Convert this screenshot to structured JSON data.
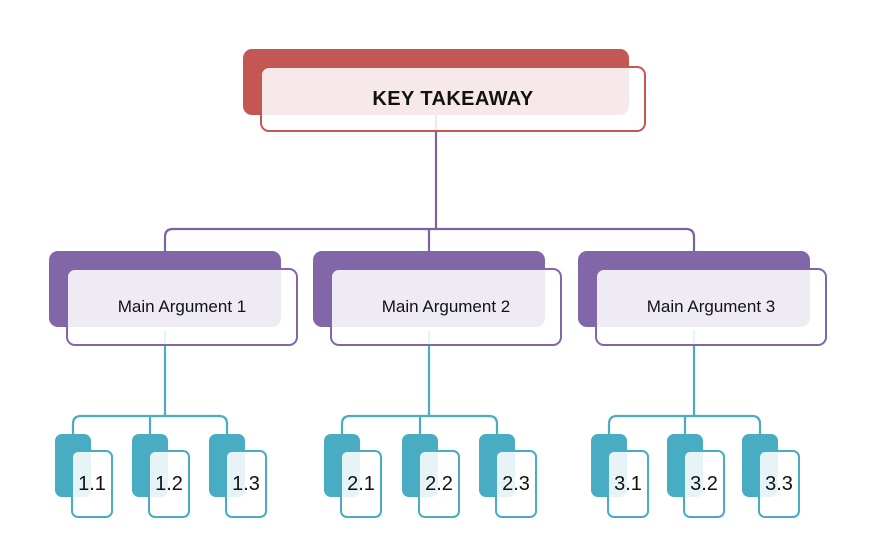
{
  "diagram": {
    "root": {
      "label": "KEY TAKEAWAY"
    },
    "branches": [
      {
        "label": "Main Argument 1",
        "children": [
          {
            "label": "1.1"
          },
          {
            "label": "1.2"
          },
          {
            "label": "1.3"
          }
        ]
      },
      {
        "label": "Main Argument 2",
        "children": [
          {
            "label": "2.1"
          },
          {
            "label": "2.2"
          },
          {
            "label": "2.3"
          }
        ]
      },
      {
        "label": "Main Argument 3",
        "children": [
          {
            "label": "3.1"
          },
          {
            "label": "3.2"
          },
          {
            "label": "3.3"
          }
        ]
      }
    ],
    "colors": {
      "canvas_background": "#ffffff",
      "root_accent": "#c35753",
      "branch_accent": "#8166a8",
      "leaf_accent": "#48adc3",
      "root_connector": "#7c61a4",
      "branch_connector": "#4aabc1"
    }
  }
}
